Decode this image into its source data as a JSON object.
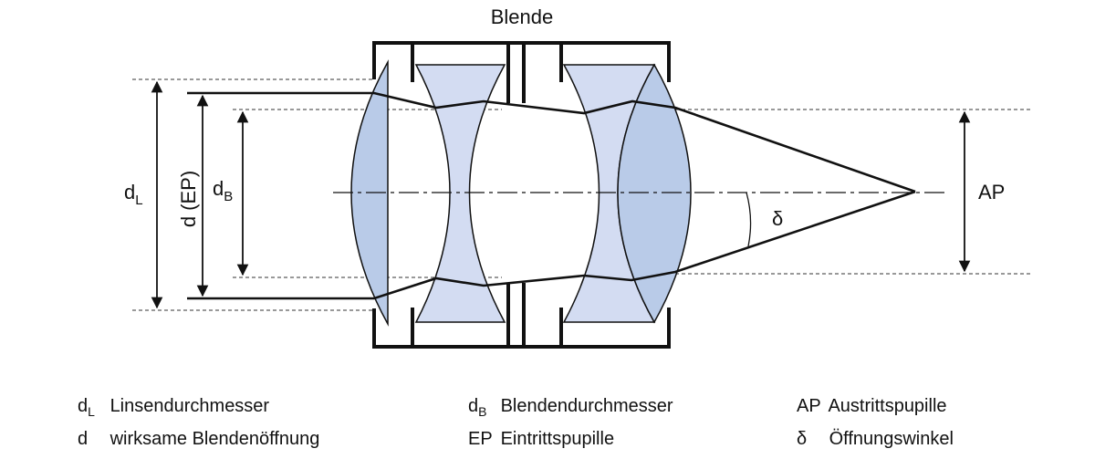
{
  "diagram": {
    "title": "Blende",
    "labels": {
      "dL_main": "d",
      "dL_sub": "L",
      "d_ep": "d (EP)",
      "dB_main": "d",
      "dB_sub": "B",
      "ap": "AP",
      "delta": "δ"
    },
    "colors": {
      "lens_light": "#d3dcf2",
      "lens_dark": "#b9cbe8",
      "line": "#111111"
    }
  },
  "legend": [
    {
      "symbol": "d",
      "sub": "L",
      "text": "Linsendurchmesser"
    },
    {
      "symbol": "d",
      "sub": "",
      "text": "wirksame Blendenöffnung"
    },
    {
      "symbol": "d",
      "sub": "B",
      "text": "Blendendurchmesser"
    },
    {
      "symbol": "EP",
      "sub": "",
      "text": "Eintrittspupille"
    },
    {
      "symbol": "AP",
      "sub": "",
      "text": "Austrittspupille"
    },
    {
      "symbol": "δ",
      "sub": "",
      "text": "Öffnungswinkel"
    }
  ]
}
